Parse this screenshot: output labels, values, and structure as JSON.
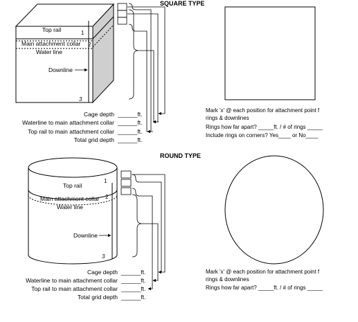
{
  "square": {
    "title": "SQUARE TYPE",
    "top_rail": "Top rail",
    "main_collar": "Main attachment collar",
    "water_line": "Water line",
    "downline": "Downline",
    "n1": "1",
    "n2": "2",
    "n3": "3",
    "rows": [
      {
        "label": "Cage depth",
        "blank": "______ft."
      },
      {
        "label": "Waterline to main attachment collar",
        "blank": "______ft."
      },
      {
        "label": "Top rail to main attachment collar",
        "blank": "______ft."
      },
      {
        "label": "Total grid depth",
        "blank": "______ft."
      }
    ],
    "instructions": [
      "Mark 'x' @ each position for attachment point f",
      "rings & downlines",
      "Rings how far apart? _____ft.   / # of rings _____",
      "Include rings on corners?  Yes____   or   No____"
    ]
  },
  "round": {
    "title": "ROUND TYPE",
    "top_rail": "Top rail",
    "main_collar": "Main attachment collar",
    "water_line": "Water line",
    "downline": "Downline",
    "n1": "1",
    "n2": "2",
    "n3": "3",
    "rows": [
      {
        "label": "Cage depth",
        "blank": "______ft."
      },
      {
        "label": "Waterline to main attachment collar",
        "blank": "______ft."
      },
      {
        "label": "Top rail to main attachment collar",
        "blank": "______ft."
      },
      {
        "label": "Total grid depth",
        "blank": "______ft."
      }
    ],
    "instructions": [
      "Mark 'x' @ each position for attachment point f",
      "rings & downlines",
      "Rings how far apart? _____ft.  / # of rings _____"
    ]
  }
}
